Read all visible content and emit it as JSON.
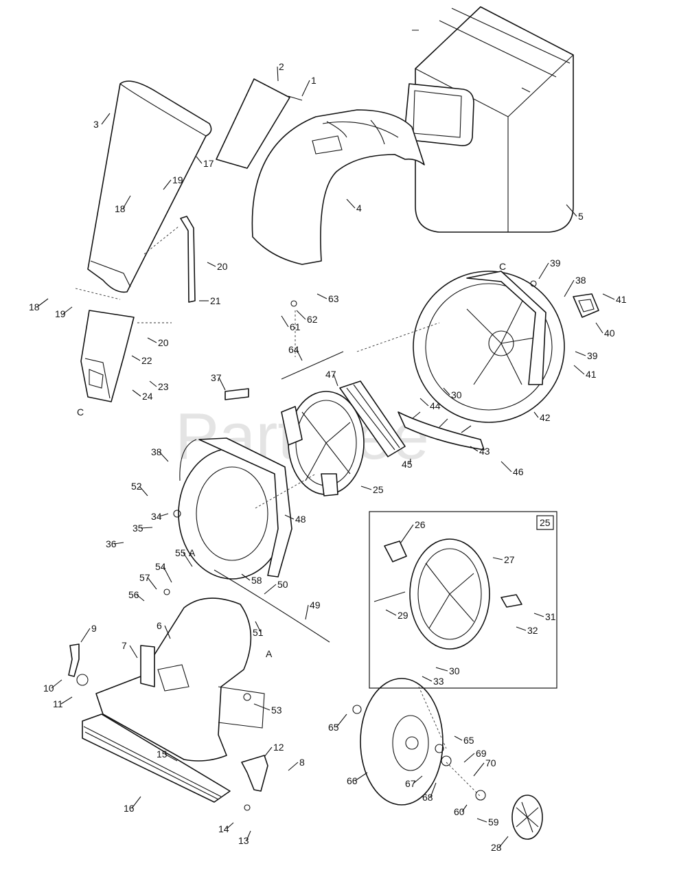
{
  "watermark": "PartTree",
  "inset": {
    "label": "25"
  },
  "callouts": [
    {
      "id": "c1",
      "text": "1"
    },
    {
      "id": "c2",
      "text": "2"
    },
    {
      "id": "c3",
      "text": "3"
    },
    {
      "id": "c4",
      "text": "4"
    },
    {
      "id": "c5",
      "text": "5"
    },
    {
      "id": "c6",
      "text": "6"
    },
    {
      "id": "c7",
      "text": "7"
    },
    {
      "id": "c8",
      "text": "8"
    },
    {
      "id": "c9",
      "text": "9"
    },
    {
      "id": "c10",
      "text": "10"
    },
    {
      "id": "c11",
      "text": "11"
    },
    {
      "id": "c12",
      "text": "12"
    },
    {
      "id": "c13",
      "text": "13"
    },
    {
      "id": "c14",
      "text": "14"
    },
    {
      "id": "c15",
      "text": "15"
    },
    {
      "id": "c16",
      "text": "16"
    },
    {
      "id": "c17",
      "text": "17"
    },
    {
      "id": "c18a",
      "text": "18"
    },
    {
      "id": "c18b",
      "text": "18"
    },
    {
      "id": "c19a",
      "text": "19"
    },
    {
      "id": "c19b",
      "text": "19"
    },
    {
      "id": "c20a",
      "text": "20"
    },
    {
      "id": "c20b",
      "text": "20"
    },
    {
      "id": "c21",
      "text": "21"
    },
    {
      "id": "c22",
      "text": "22"
    },
    {
      "id": "c23",
      "text": "23"
    },
    {
      "id": "c24",
      "text": "24"
    },
    {
      "id": "c25",
      "text": "25"
    },
    {
      "id": "c26",
      "text": "26"
    },
    {
      "id": "c27",
      "text": "27"
    },
    {
      "id": "c28",
      "text": "28"
    },
    {
      "id": "c29",
      "text": "29"
    },
    {
      "id": "c30a",
      "text": "30"
    },
    {
      "id": "c30b",
      "text": "30"
    },
    {
      "id": "c31",
      "text": "31"
    },
    {
      "id": "c32",
      "text": "32"
    },
    {
      "id": "c33",
      "text": "33"
    },
    {
      "id": "c34",
      "text": "34"
    },
    {
      "id": "c35",
      "text": "35"
    },
    {
      "id": "c36",
      "text": "36"
    },
    {
      "id": "c37",
      "text": "37"
    },
    {
      "id": "c38a",
      "text": "38"
    },
    {
      "id": "c38b",
      "text": "38"
    },
    {
      "id": "c39a",
      "text": "39"
    },
    {
      "id": "c39b",
      "text": "39"
    },
    {
      "id": "c40",
      "text": "40"
    },
    {
      "id": "c41a",
      "text": "41"
    },
    {
      "id": "c41b",
      "text": "41"
    },
    {
      "id": "c42",
      "text": "42"
    },
    {
      "id": "c43",
      "text": "43"
    },
    {
      "id": "c44",
      "text": "44"
    },
    {
      "id": "c45",
      "text": "45"
    },
    {
      "id": "c46",
      "text": "46"
    },
    {
      "id": "c47",
      "text": "47"
    },
    {
      "id": "c48",
      "text": "48"
    },
    {
      "id": "c49",
      "text": "49"
    },
    {
      "id": "c50",
      "text": "50"
    },
    {
      "id": "c51",
      "text": "51"
    },
    {
      "id": "c52",
      "text": "52"
    },
    {
      "id": "c53",
      "text": "53"
    },
    {
      "id": "c54",
      "text": "54"
    },
    {
      "id": "c55",
      "text": "55"
    },
    {
      "id": "c56",
      "text": "56"
    },
    {
      "id": "c57",
      "text": "57"
    },
    {
      "id": "c58",
      "text": "58"
    },
    {
      "id": "c59",
      "text": "59"
    },
    {
      "id": "c60",
      "text": "60"
    },
    {
      "id": "c61",
      "text": "61"
    },
    {
      "id": "c62",
      "text": "62"
    },
    {
      "id": "c63",
      "text": "63"
    },
    {
      "id": "c64",
      "text": "64"
    },
    {
      "id": "c65a",
      "text": "65"
    },
    {
      "id": "c65b",
      "text": "65"
    },
    {
      "id": "c66",
      "text": "66"
    },
    {
      "id": "c67",
      "text": "67"
    },
    {
      "id": "c68",
      "text": "68"
    },
    {
      "id": "c69",
      "text": "69"
    },
    {
      "id": "c70",
      "text": "70"
    }
  ],
  "refs": [
    {
      "id": "rA1",
      "text": "A"
    },
    {
      "id": "rA2",
      "text": "A"
    },
    {
      "id": "rC1",
      "text": "C"
    },
    {
      "id": "rC2",
      "text": "C"
    }
  ]
}
